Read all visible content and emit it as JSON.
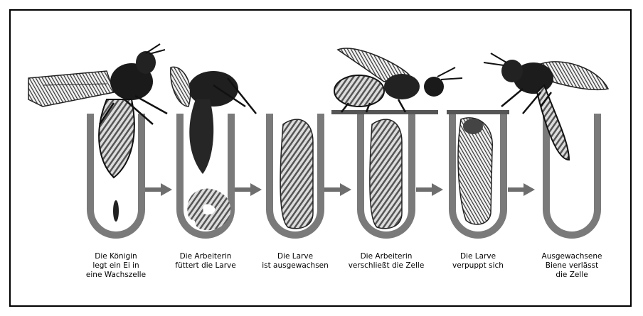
{
  "stages": [
    {
      "caption": "Die Königin\nlegt ein Ei in\neine Wachszelle"
    },
    {
      "caption": "Die Arbeiterin\nfüttert die Larve"
    },
    {
      "caption": "Die Larve\nist ausgewachsen"
    },
    {
      "caption": "Die Arbeiterin\nverschließt die Zelle"
    },
    {
      "caption": "Die Larve\nverpuppt sich"
    },
    {
      "caption": "Ausgewachsene\nBiene verlässt\ndie Zelle"
    }
  ],
  "colors": {
    "cell": "#7a7a7a",
    "cell_inner": "#ffffff",
    "arrow": "#6e6e6e",
    "insect": "#1a1a1a",
    "wing": "#bdbdbd",
    "larva": "#e8e8e8"
  }
}
